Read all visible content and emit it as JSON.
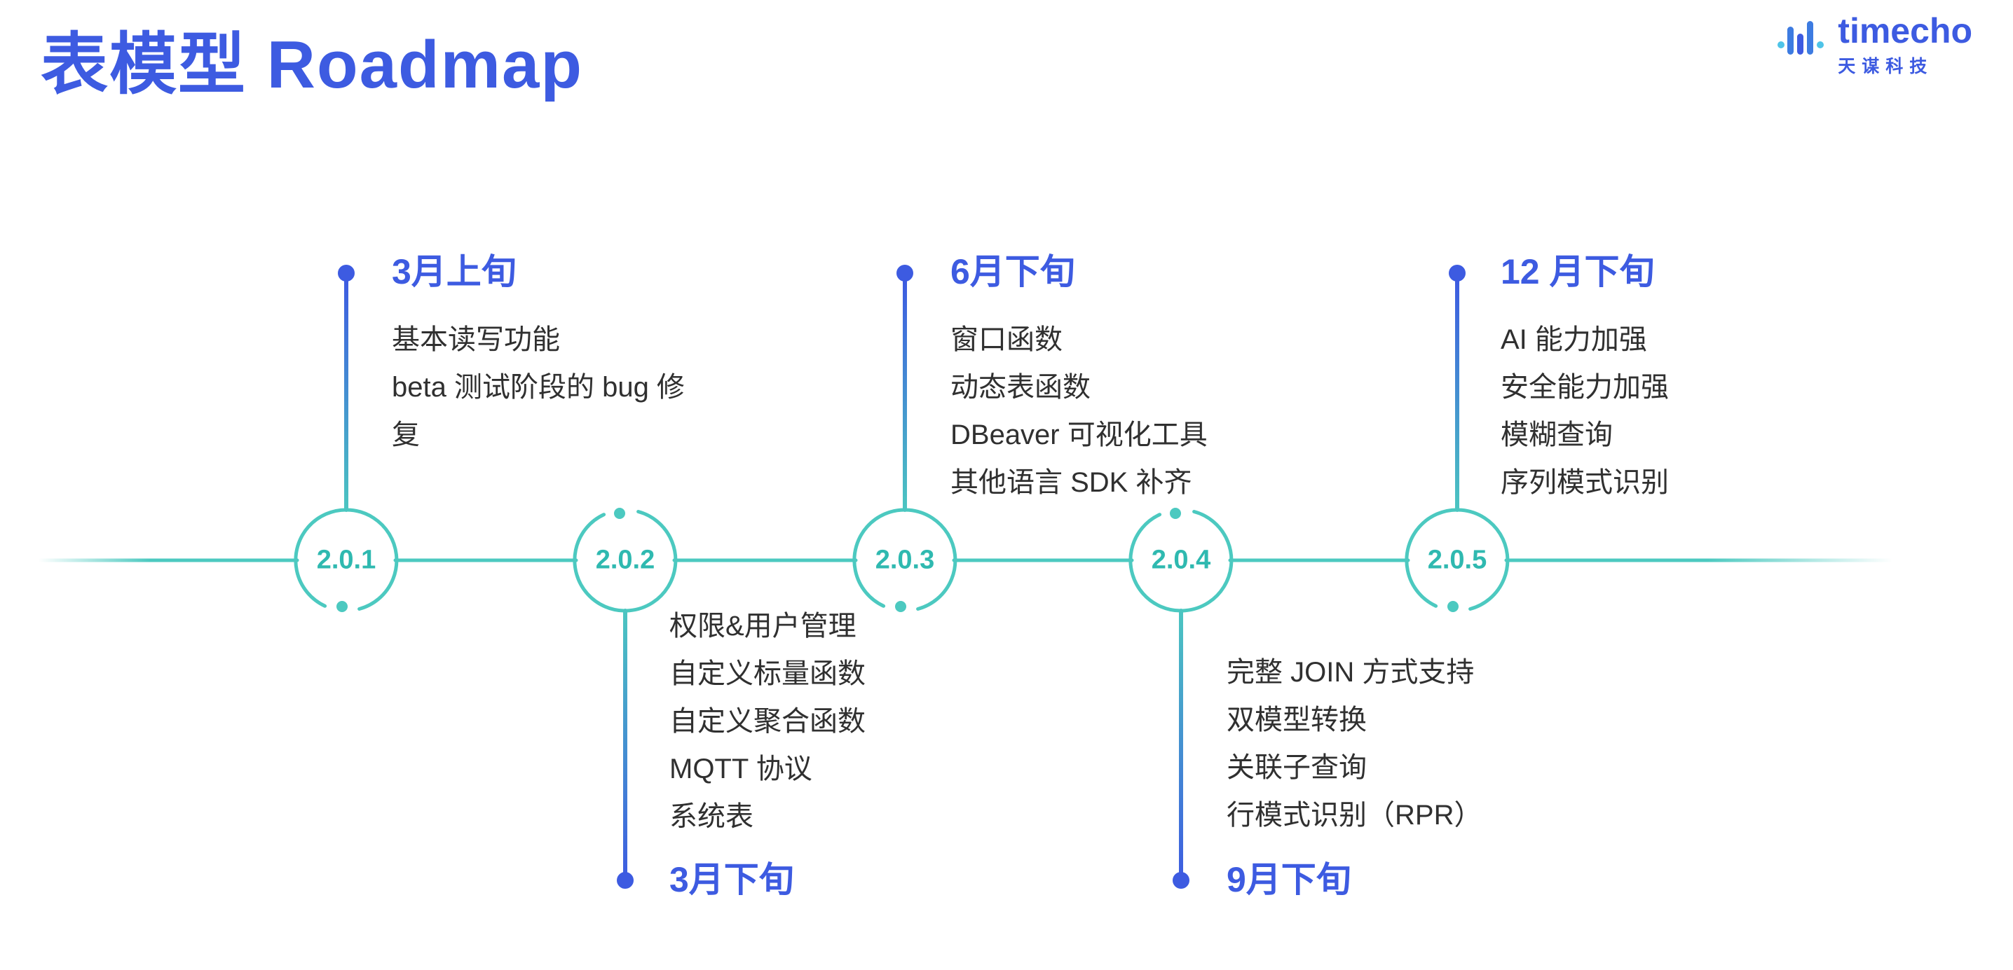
{
  "title": "表模型 Roadmap",
  "logo": {
    "wordmark": "timecho",
    "subtitle": "天谋科技"
  },
  "colors": {
    "accent_blue": "#3d5be1",
    "accent_teal": "#4cc9c0",
    "text_dark": "#303030"
  },
  "milestones": [
    {
      "version": "2.0.1",
      "date": "3月上旬",
      "position": "above",
      "items": [
        "基本读写功能",
        "beta 测试阶段的 bug 修复"
      ]
    },
    {
      "version": "2.0.2",
      "date": "3月下旬",
      "position": "below",
      "items": [
        "权限&用户管理",
        "自定义标量函数",
        "自定义聚合函数",
        "MQTT 协议",
        "系统表"
      ]
    },
    {
      "version": "2.0.3",
      "date": "6月下旬",
      "position": "above",
      "items": [
        "窗口函数",
        "动态表函数",
        "DBeaver 可视化工具",
        "其他语言 SDK 补齐"
      ]
    },
    {
      "version": "2.0.4",
      "date": "9月下旬",
      "position": "below",
      "items": [
        "完整 JOIN 方式支持",
        "双模型转换",
        "关联子查询",
        "行模式识别（RPR）"
      ]
    },
    {
      "version": "2.0.5",
      "date": "12 月下旬",
      "position": "above",
      "items": [
        "AI 能力加强",
        "安全能力加强",
        "模糊查询",
        "序列模式识别"
      ]
    }
  ]
}
